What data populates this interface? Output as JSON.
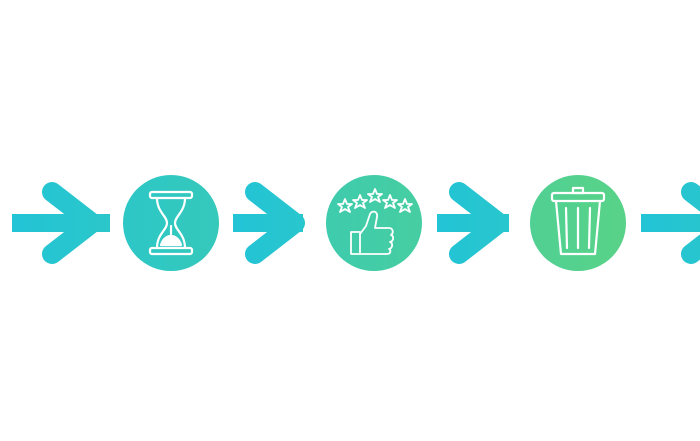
{
  "diagram": {
    "type": "process-flow",
    "gradient": {
      "start": "#22c4d6",
      "end": "#5fd47e"
    },
    "icon_color": "#ffffff",
    "steps": [
      {
        "kind": "arrow",
        "icon": "right-arrow-icon"
      },
      {
        "kind": "circle",
        "icon": "hourglass-icon"
      },
      {
        "kind": "arrow",
        "icon": "right-arrow-icon"
      },
      {
        "kind": "circle",
        "icon": "thumbs-up-five-stars-icon"
      },
      {
        "kind": "arrow",
        "icon": "right-arrow-icon"
      },
      {
        "kind": "circle",
        "icon": "trash-bin-icon"
      },
      {
        "kind": "arrow",
        "icon": "right-arrow-icon"
      }
    ]
  }
}
